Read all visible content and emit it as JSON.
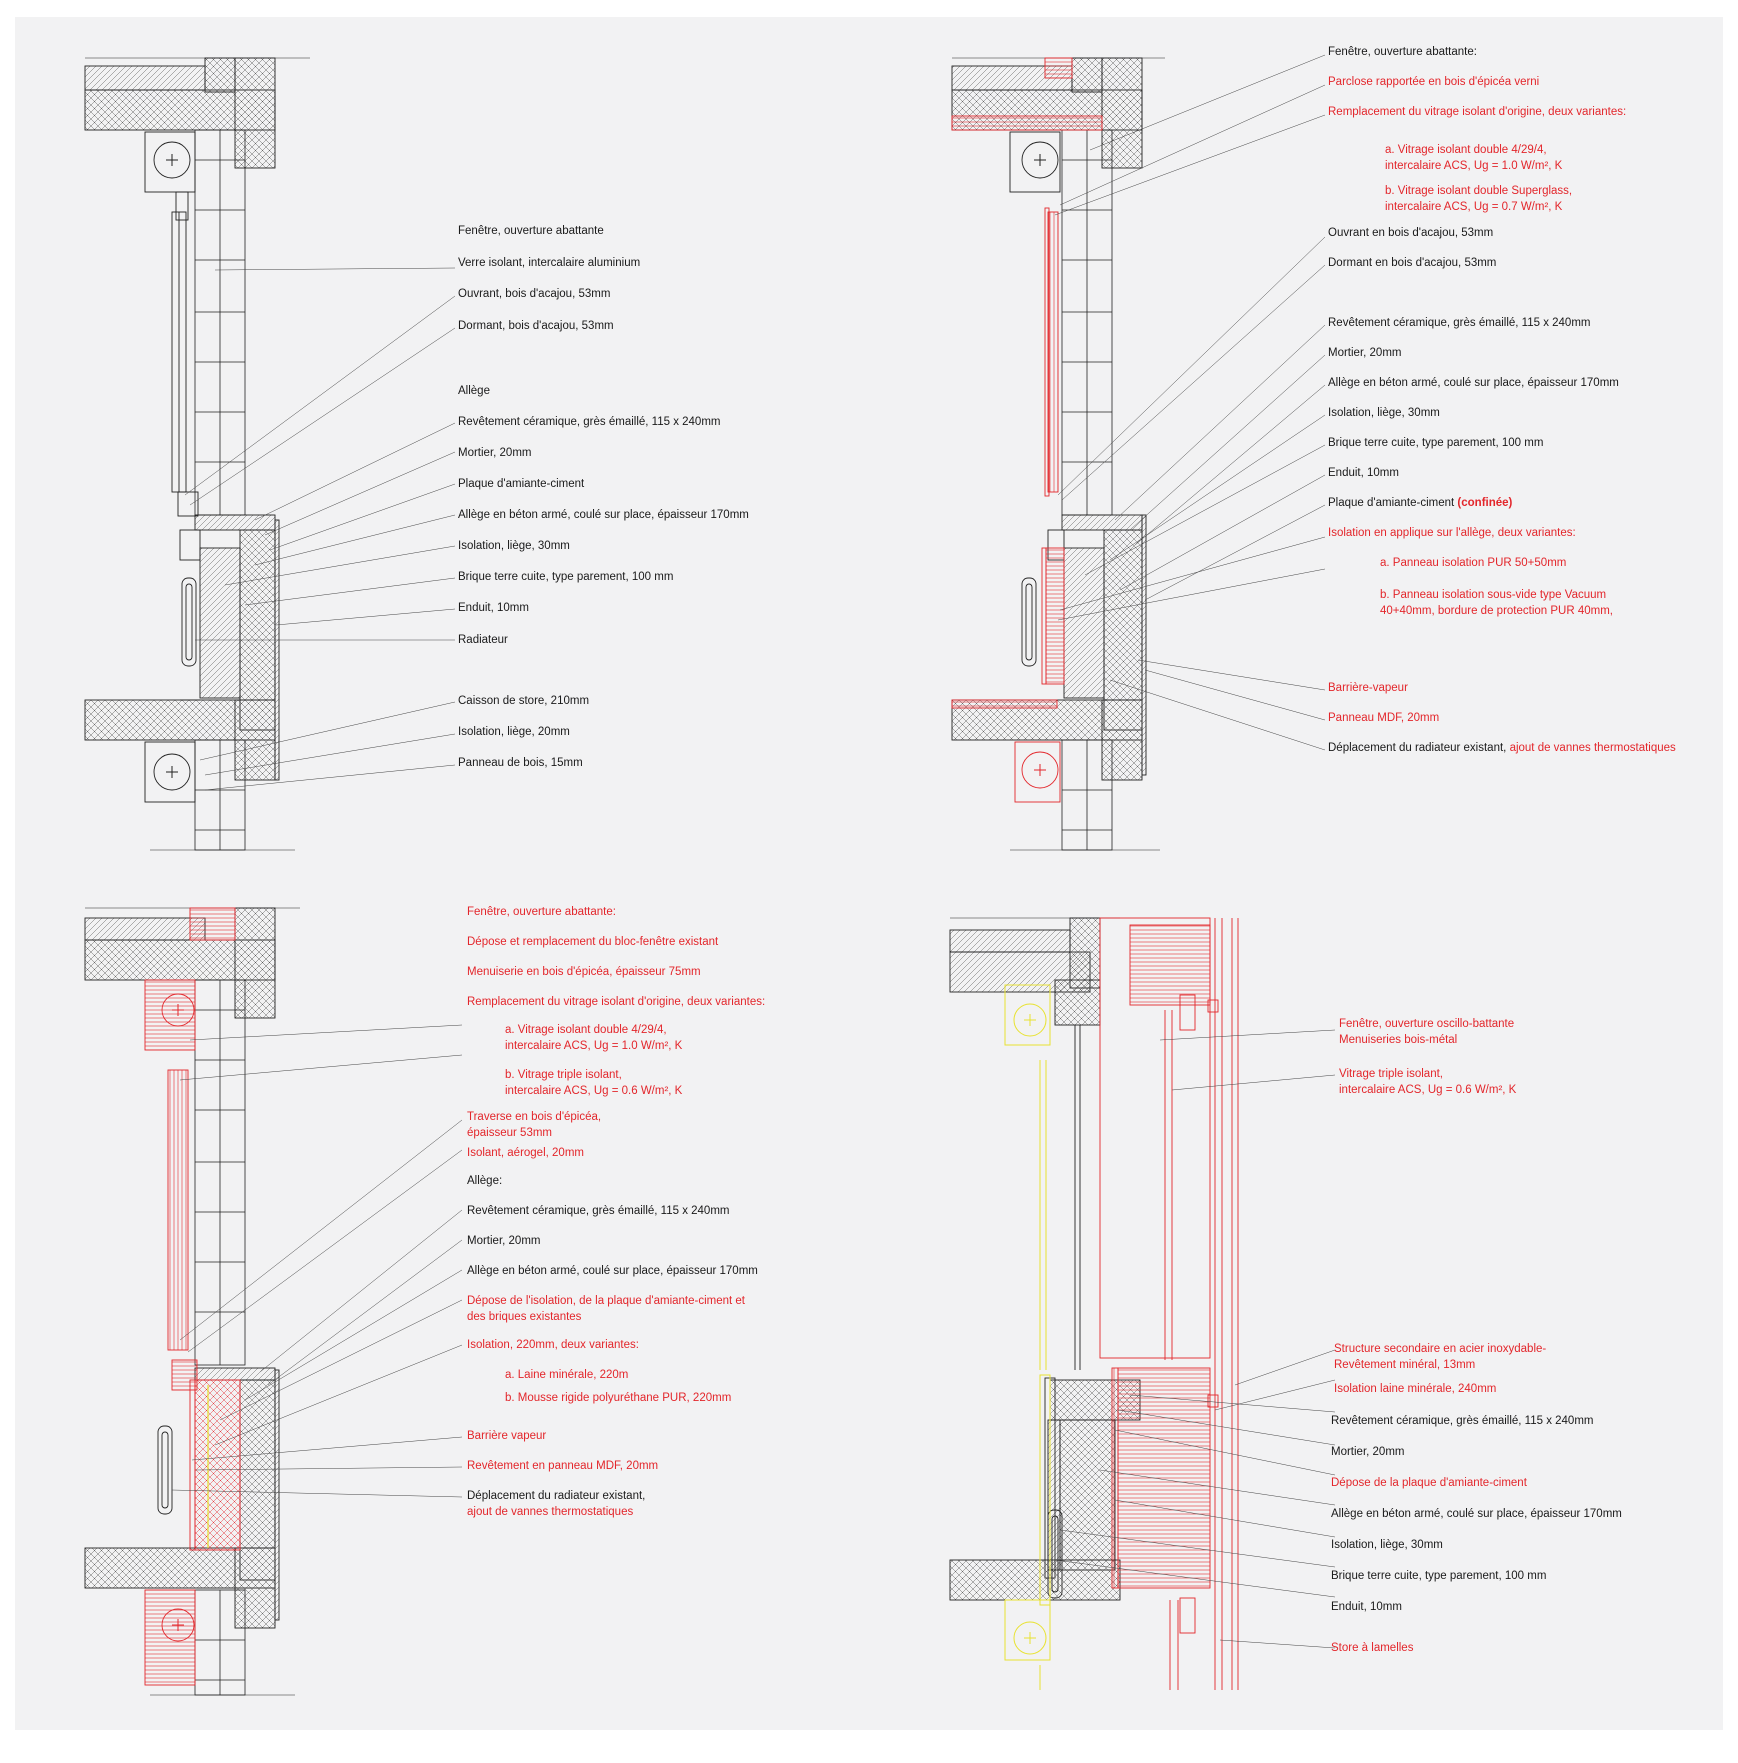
{
  "colors": {
    "black": "#222222",
    "red": "#e3262b",
    "yellow": "#e8e230",
    "background": "#f2f2f3"
  },
  "panels": [
    {
      "id": "existing",
      "labels": [
        {
          "text": "Fenêtre, ouverture abattante"
        },
        {
          "text": "Verre isolant, intercalaire aluminium"
        },
        {
          "text": "Ouvrant, bois d'acajou, 53mm"
        },
        {
          "text": "Dormant, bois d'acajou, 53mm"
        },
        {
          "text": "Allège"
        },
        {
          "text": "Revêtement céramique, grès émaillé, 115 x 240mm"
        },
        {
          "text": "Mortier, 20mm"
        },
        {
          "text": "Plaque d'amiante-ciment"
        },
        {
          "text": "Allège en béton armé, coulé sur place, épaisseur 170mm"
        },
        {
          "text": "Isolation, liège, 30mm"
        },
        {
          "text": "Brique terre cuite, type parement, 100 mm"
        },
        {
          "text": "Enduit, 10mm"
        },
        {
          "text": "Radiateur"
        },
        {
          "text": "Caisson de store, 210mm"
        },
        {
          "text": "Isolation, liège, 20mm"
        },
        {
          "text": "Panneau de bois, 15mm"
        }
      ]
    },
    {
      "id": "variant-1",
      "labels": [
        {
          "text": "Fenêtre, ouverture abattante:"
        },
        {
          "text": "Parclose rapportée en bois d'épicéa verni"
        },
        {
          "text": "Remplacement du vitrage isolant d'origine, deux variantes:"
        },
        {
          "text": "a. Vitrage isolant double 4/29/4,"
        },
        {
          "text": "intercalaire ACS, Ug = 1.0 W/m², K"
        },
        {
          "text": "b. Vitrage isolant double Superglass,"
        },
        {
          "text": "intercalaire ACS, Ug = 0.7 W/m², K"
        },
        {
          "text": "Ouvrant en bois d'acajou, 53mm"
        },
        {
          "text": "Dormant en bois d'acajou, 53mm"
        },
        {
          "text": "Revêtement céramique, grès émaillé, 115 x 240mm"
        },
        {
          "text": "Mortier, 20mm"
        },
        {
          "text": "Allège en béton armé, coulé sur place, épaisseur 170mm"
        },
        {
          "text": "Isolation, liège, 30mm"
        },
        {
          "text": "Brique terre cuite, type parement, 100 mm"
        },
        {
          "text": "Enduit, 10mm"
        },
        {
          "text": "Plaque d'amiante-ciment",
          "suffix": "(confinée)"
        },
        {
          "text": "Isolation en applique sur l'allège, deux variantes:"
        },
        {
          "text": "a. Panneau isolation PUR 50+50mm"
        },
        {
          "text": "b. Panneau isolation sous-vide type Vacuum"
        },
        {
          "text": "40+40mm, bordure de protection PUR 40mm,"
        },
        {
          "text": "Barrière-vapeur"
        },
        {
          "text": "Panneau MDF, 20mm"
        },
        {
          "text": "Déplacement du radiateur existant,",
          "suffix": "ajout de vannes thermostatiques"
        }
      ]
    },
    {
      "id": "variant-2",
      "labels": [
        {
          "text": "Fenêtre, ouverture abattante:"
        },
        {
          "text": "Dépose et remplacement du bloc-fenêtre existant"
        },
        {
          "text": "Menuiserie en bois d'épicéa, épaisseur 75mm"
        },
        {
          "text": "Remplacement du vitrage isolant d'origine, deux variantes:"
        },
        {
          "text": "a. Vitrage isolant double 4/29/4,"
        },
        {
          "text": "intercalaire ACS, Ug = 1.0 W/m², K"
        },
        {
          "text": "b. Vitrage triple isolant,"
        },
        {
          "text": "intercalaire ACS, Ug = 0.6 W/m², K"
        },
        {
          "text": "Traverse en bois d'épicéa,"
        },
        {
          "text": "épaisseur 53mm"
        },
        {
          "text": "Isolant, aérogel, 20mm"
        },
        {
          "text": "Allège:"
        },
        {
          "text": "Revêtement céramique, grès émaillé, 115 x 240mm"
        },
        {
          "text": "Mortier, 20mm"
        },
        {
          "text": "Allège en béton armé, coulé sur place, épaisseur 170mm"
        },
        {
          "text": "Dépose de l'isolation, de la plaque d'amiante-ciment et"
        },
        {
          "text": "des briques existantes"
        },
        {
          "text": "Isolation, 220mm, deux variantes:"
        },
        {
          "text": "a. Laine minérale, 220m"
        },
        {
          "text": "b. Mousse rigide polyuréthane PUR, 220mm"
        },
        {
          "text": "Barrière vapeur"
        },
        {
          "text": "Revêtement en panneau MDF, 20mm"
        },
        {
          "text": "Déplacement du radiateur existant,"
        },
        {
          "text": "ajout de vannes thermostatiques"
        }
      ]
    },
    {
      "id": "variant-3",
      "labels": [
        {
          "text": "Fenêtre, ouverture oscillo-battante"
        },
        {
          "text": "Menuiseries bois-métal"
        },
        {
          "text": "Vitrage triple isolant,"
        },
        {
          "text": "intercalaire ACS, Ug = 0.6 W/m², K"
        },
        {
          "text": "Structure secondaire en acier inoxydable-"
        },
        {
          "text": "Revêtement minéral, 13mm"
        },
        {
          "text": "Isolation laine minérale, 240mm"
        },
        {
          "text": "Revêtement céramique, grès émaillé, 115 x 240mm"
        },
        {
          "text": "Mortier, 20mm"
        },
        {
          "text": "Dépose de la plaque d'amiante-ciment"
        },
        {
          "text": "Allège en béton armé, coulé sur place, épaisseur 170mm"
        },
        {
          "text": "Isolation, liège, 30mm"
        },
        {
          "text": "Brique terre cuite, type parement, 100 mm"
        },
        {
          "text": "Enduit, 10mm"
        },
        {
          "text": "Store à lamelles"
        }
      ]
    }
  ]
}
